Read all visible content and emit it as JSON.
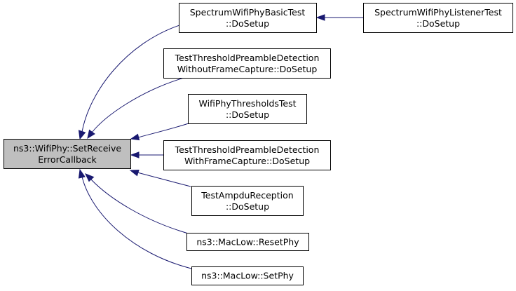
{
  "graph": {
    "root": {
      "line1": "ns3::WifiPhy::SetReceive",
      "line2": "ErrorCallback"
    },
    "nodes": [
      {
        "id": "spectrum-basic",
        "line1": "SpectrumWifiPhyBasicTest",
        "line2": "::DoSetup"
      },
      {
        "id": "spectrum-listener",
        "line1": "SpectrumWifiPhyListenerTest",
        "line2": "::DoSetup"
      },
      {
        "id": "threshold-without",
        "line1": "TestThresholdPreambleDetection",
        "line2": "WithoutFrameCapture::DoSetup"
      },
      {
        "id": "thresholds-test",
        "line1": "WifiPhyThresholdsTest",
        "line2": "::DoSetup"
      },
      {
        "id": "threshold-with",
        "line1": "TestThresholdPreambleDetection",
        "line2": "WithFrameCapture::DoSetup"
      },
      {
        "id": "ampdu",
        "line1": "TestAmpduReception",
        "line2": "::DoSetup"
      },
      {
        "id": "resetphy",
        "line1": "ns3::MacLow::ResetPhy",
        "line2": ""
      },
      {
        "id": "setphy",
        "line1": "ns3::MacLow::SetPhy",
        "line2": ""
      }
    ]
  },
  "colors": {
    "edge": "#191970",
    "root_fill": "#bfbfbf",
    "node_fill": "#ffffff",
    "border": "#000000"
  }
}
